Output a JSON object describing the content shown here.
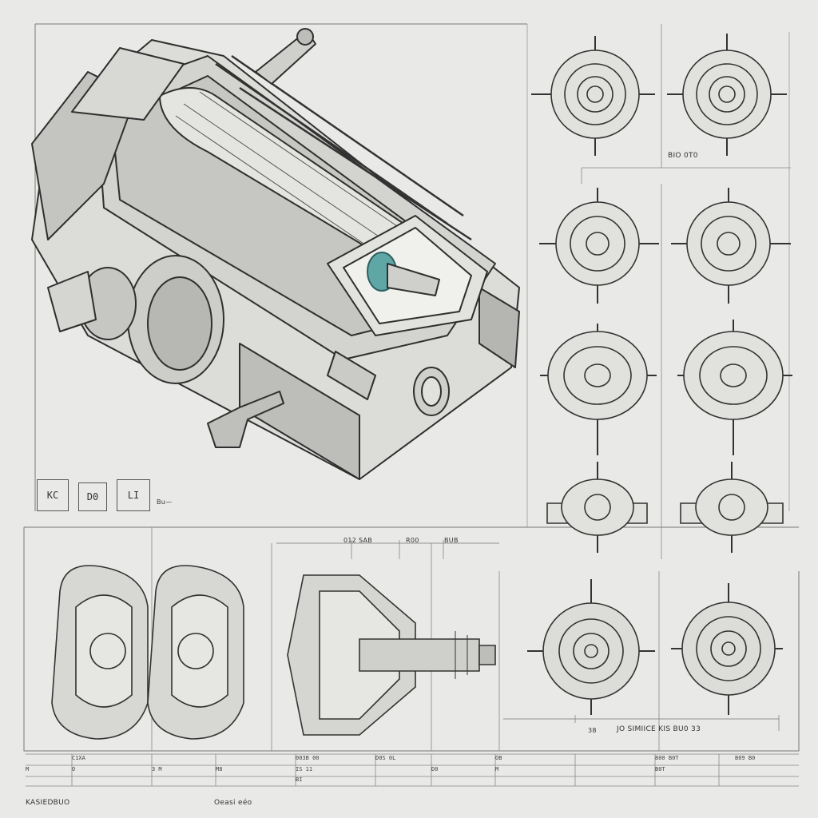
{
  "sheet": {
    "view_labels": {
      "top_right": "BIO 0T0",
      "bottom_dim_left": "012 SAB",
      "bottom_dim_mid": "R00",
      "bottom_dim_right": "BUB",
      "bottom_caption": "JO SIMIICE KIS BU0 33",
      "caption_prefix": "38"
    },
    "icon_boxes": [
      "KC",
      "D0",
      "LI"
    ],
    "icon_note": "Bu—",
    "footer_left": "KASIEDBUO",
    "footer_center": "Oeasi eéo",
    "table": {
      "row1": [
        "",
        "C1XA",
        "",
        "",
        "003B 00",
        "D0S 0L",
        "",
        "OB",
        "",
        "",
        "800 B0T",
        "",
        "B09 B0",
        ""
      ],
      "row2": [
        "M",
        "O",
        "3 M",
        "M8",
        "",
        "IS 11",
        "",
        "D0",
        "",
        "M",
        "",
        "",
        "B0T",
        ""
      ],
      "row3": [
        "",
        "",
        "",
        "BI",
        "",
        "",
        "",
        "",
        "",
        "",
        "",
        "",
        "",
        ""
      ]
    }
  }
}
